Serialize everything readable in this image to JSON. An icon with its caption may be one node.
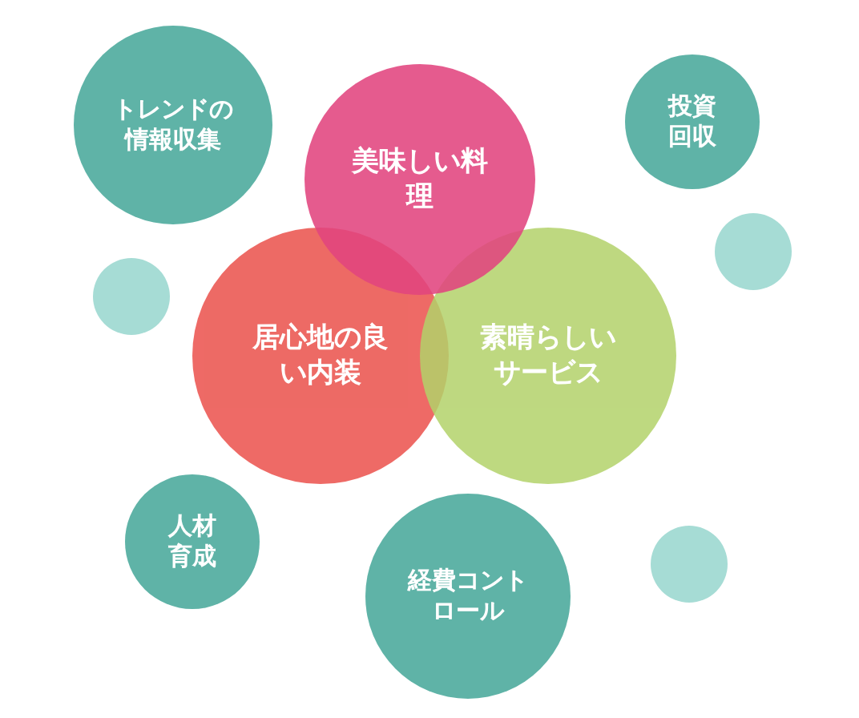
{
  "diagram": {
    "nodes": [
      {
        "text": [
          "トレンドの情報収集"
        ]
      },
      {
        "text": [
          "美味しい料理"
        ]
      },
      {
        "text": [
          "投資回収"
        ]
      },
      {
        "text": [],
        "shape": "circle"
      },
      {
        "text": [],
        "shape": "circle"
      },
      {
        "text": [
          "居心地の良い内装"
        ]
      },
      {
        "text": [
          "素晴らしいサービス"
        ]
      },
      {
        "text": [
          "人材育成"
        ]
      },
      {
        "text": [
          "経費コントロール"
        ]
      },
      {
        "text": [],
        "shape": "circle"
      }
    ]
  }
}
